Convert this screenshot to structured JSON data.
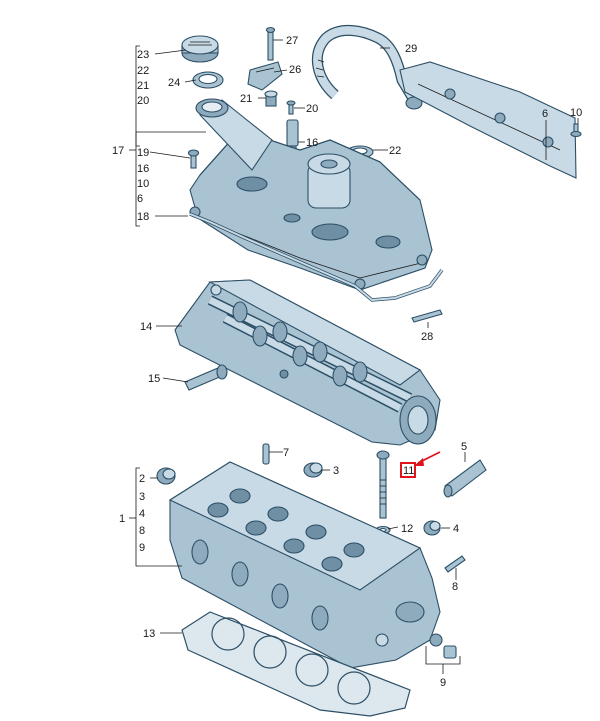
{
  "diagram": {
    "labels": {
      "l1": "1",
      "l2": "2",
      "l3": "3",
      "l4a": "4",
      "l4b": "4",
      "l5": "5",
      "l6a": "6",
      "l6b": "6",
      "l7": "7",
      "l8a": "8",
      "l8b": "8",
      "l9a": "9",
      "l9b": "9",
      "l10a": "10",
      "l10b": "10",
      "l11": "11",
      "l12": "12",
      "l13": "13",
      "l14": "14",
      "l15": "15",
      "l16a": "16",
      "l16b": "16",
      "l17": "17",
      "l18": "18",
      "l19": "19",
      "l20a": "20",
      "l20b": "20",
      "l21a": "21",
      "l21b": "21",
      "l22a": "22",
      "l22b": "22",
      "l23": "23",
      "l24": "24",
      "l26": "26",
      "l27": "27",
      "l28": "28",
      "l29": "29"
    },
    "colors": {
      "part_fill": "#a9c3d3",
      "part_stroke": "#2d4f66",
      "highlight": "#e0151b"
    }
  }
}
